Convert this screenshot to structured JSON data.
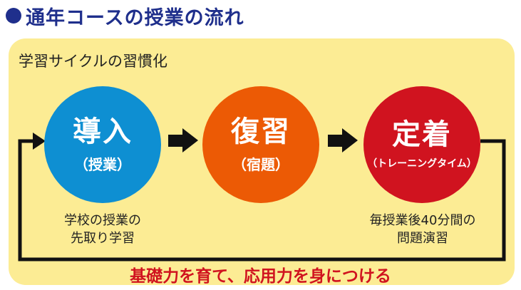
{
  "heading": "通年コースの授業の流れ",
  "cycle_label": "学習サイクルの習慣化",
  "steps": [
    {
      "title": "導入",
      "subtitle": "（授業）",
      "color": "#0e8fd2"
    },
    {
      "title": "復習",
      "subtitle": "（宿題）",
      "color": "#ec5a05"
    },
    {
      "title": "定着",
      "subtitle": "（トレーニングタイム）",
      "color": "#d0131f"
    }
  ],
  "notes": {
    "intro": [
      "学校の授業の",
      "先取り学習"
    ],
    "fix": [
      "毎授業後40分間の",
      "問題演習"
    ]
  },
  "footer": "基礎力を育て、応用力を身につける",
  "colors": {
    "heading": "#1f2f8c",
    "panel": "#fcec94",
    "footer": "#d0131f",
    "arrow": "#111111"
  }
}
